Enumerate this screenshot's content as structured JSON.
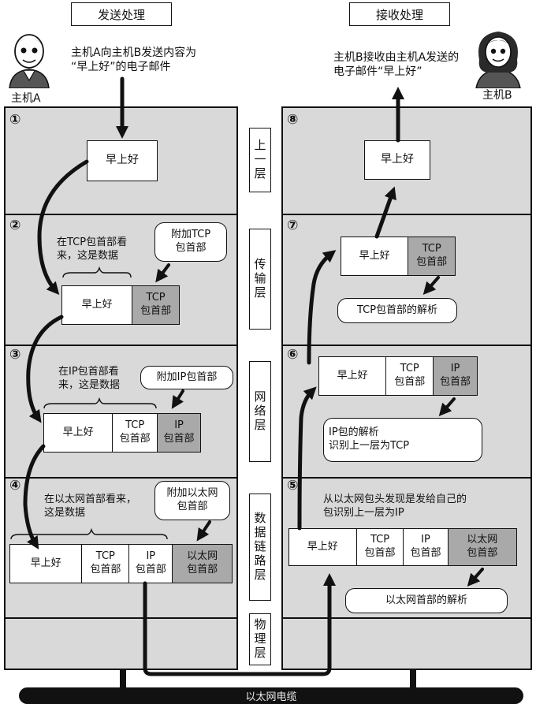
{
  "headers": {
    "send": "发送处理",
    "receive": "接收处理"
  },
  "hosts": {
    "a_name": "主机A",
    "b_name": "主机B"
  },
  "intro": {
    "a": "主机A向主机B发送内容为\n“早上好”的电子邮件",
    "b": "主机B接收由主机A发送的\n电子邮件“早上好”"
  },
  "layers": {
    "upper": "上一层",
    "transport": "传输层",
    "network": "网络层",
    "datalink": "数据链路层",
    "physical": "物理层"
  },
  "steps": [
    "①",
    "②",
    "③",
    "④",
    "⑤",
    "⑥",
    "⑦",
    "⑧"
  ],
  "packet": {
    "data": "早上好",
    "tcp": "TCP\n包首部",
    "ip": "IP\n包首部",
    "eth": "以太网\n包首部"
  },
  "send_notes": {
    "tcp_view": "在TCP包首部看\n来，这是数据",
    "tcp_add": "附加TCP\n包首部",
    "ip_view": "在IP包首部看\n来，这是数据",
    "ip_add": "附加IP包首部",
    "eth_view": "在以太网首部看来，\n这是数据",
    "eth_add": "附加以太网\n包首部"
  },
  "recv_notes": {
    "eth_found": "从以太网包头发现是发给自己的\n包识别上一层为IP",
    "eth_parse": "以太网首部的解析",
    "ip_parse": "IP包的解析\n识别上一层为TCP",
    "tcp_parse": "TCP包首部的解析"
  },
  "cable": {
    "label": "以太网电缆"
  }
}
